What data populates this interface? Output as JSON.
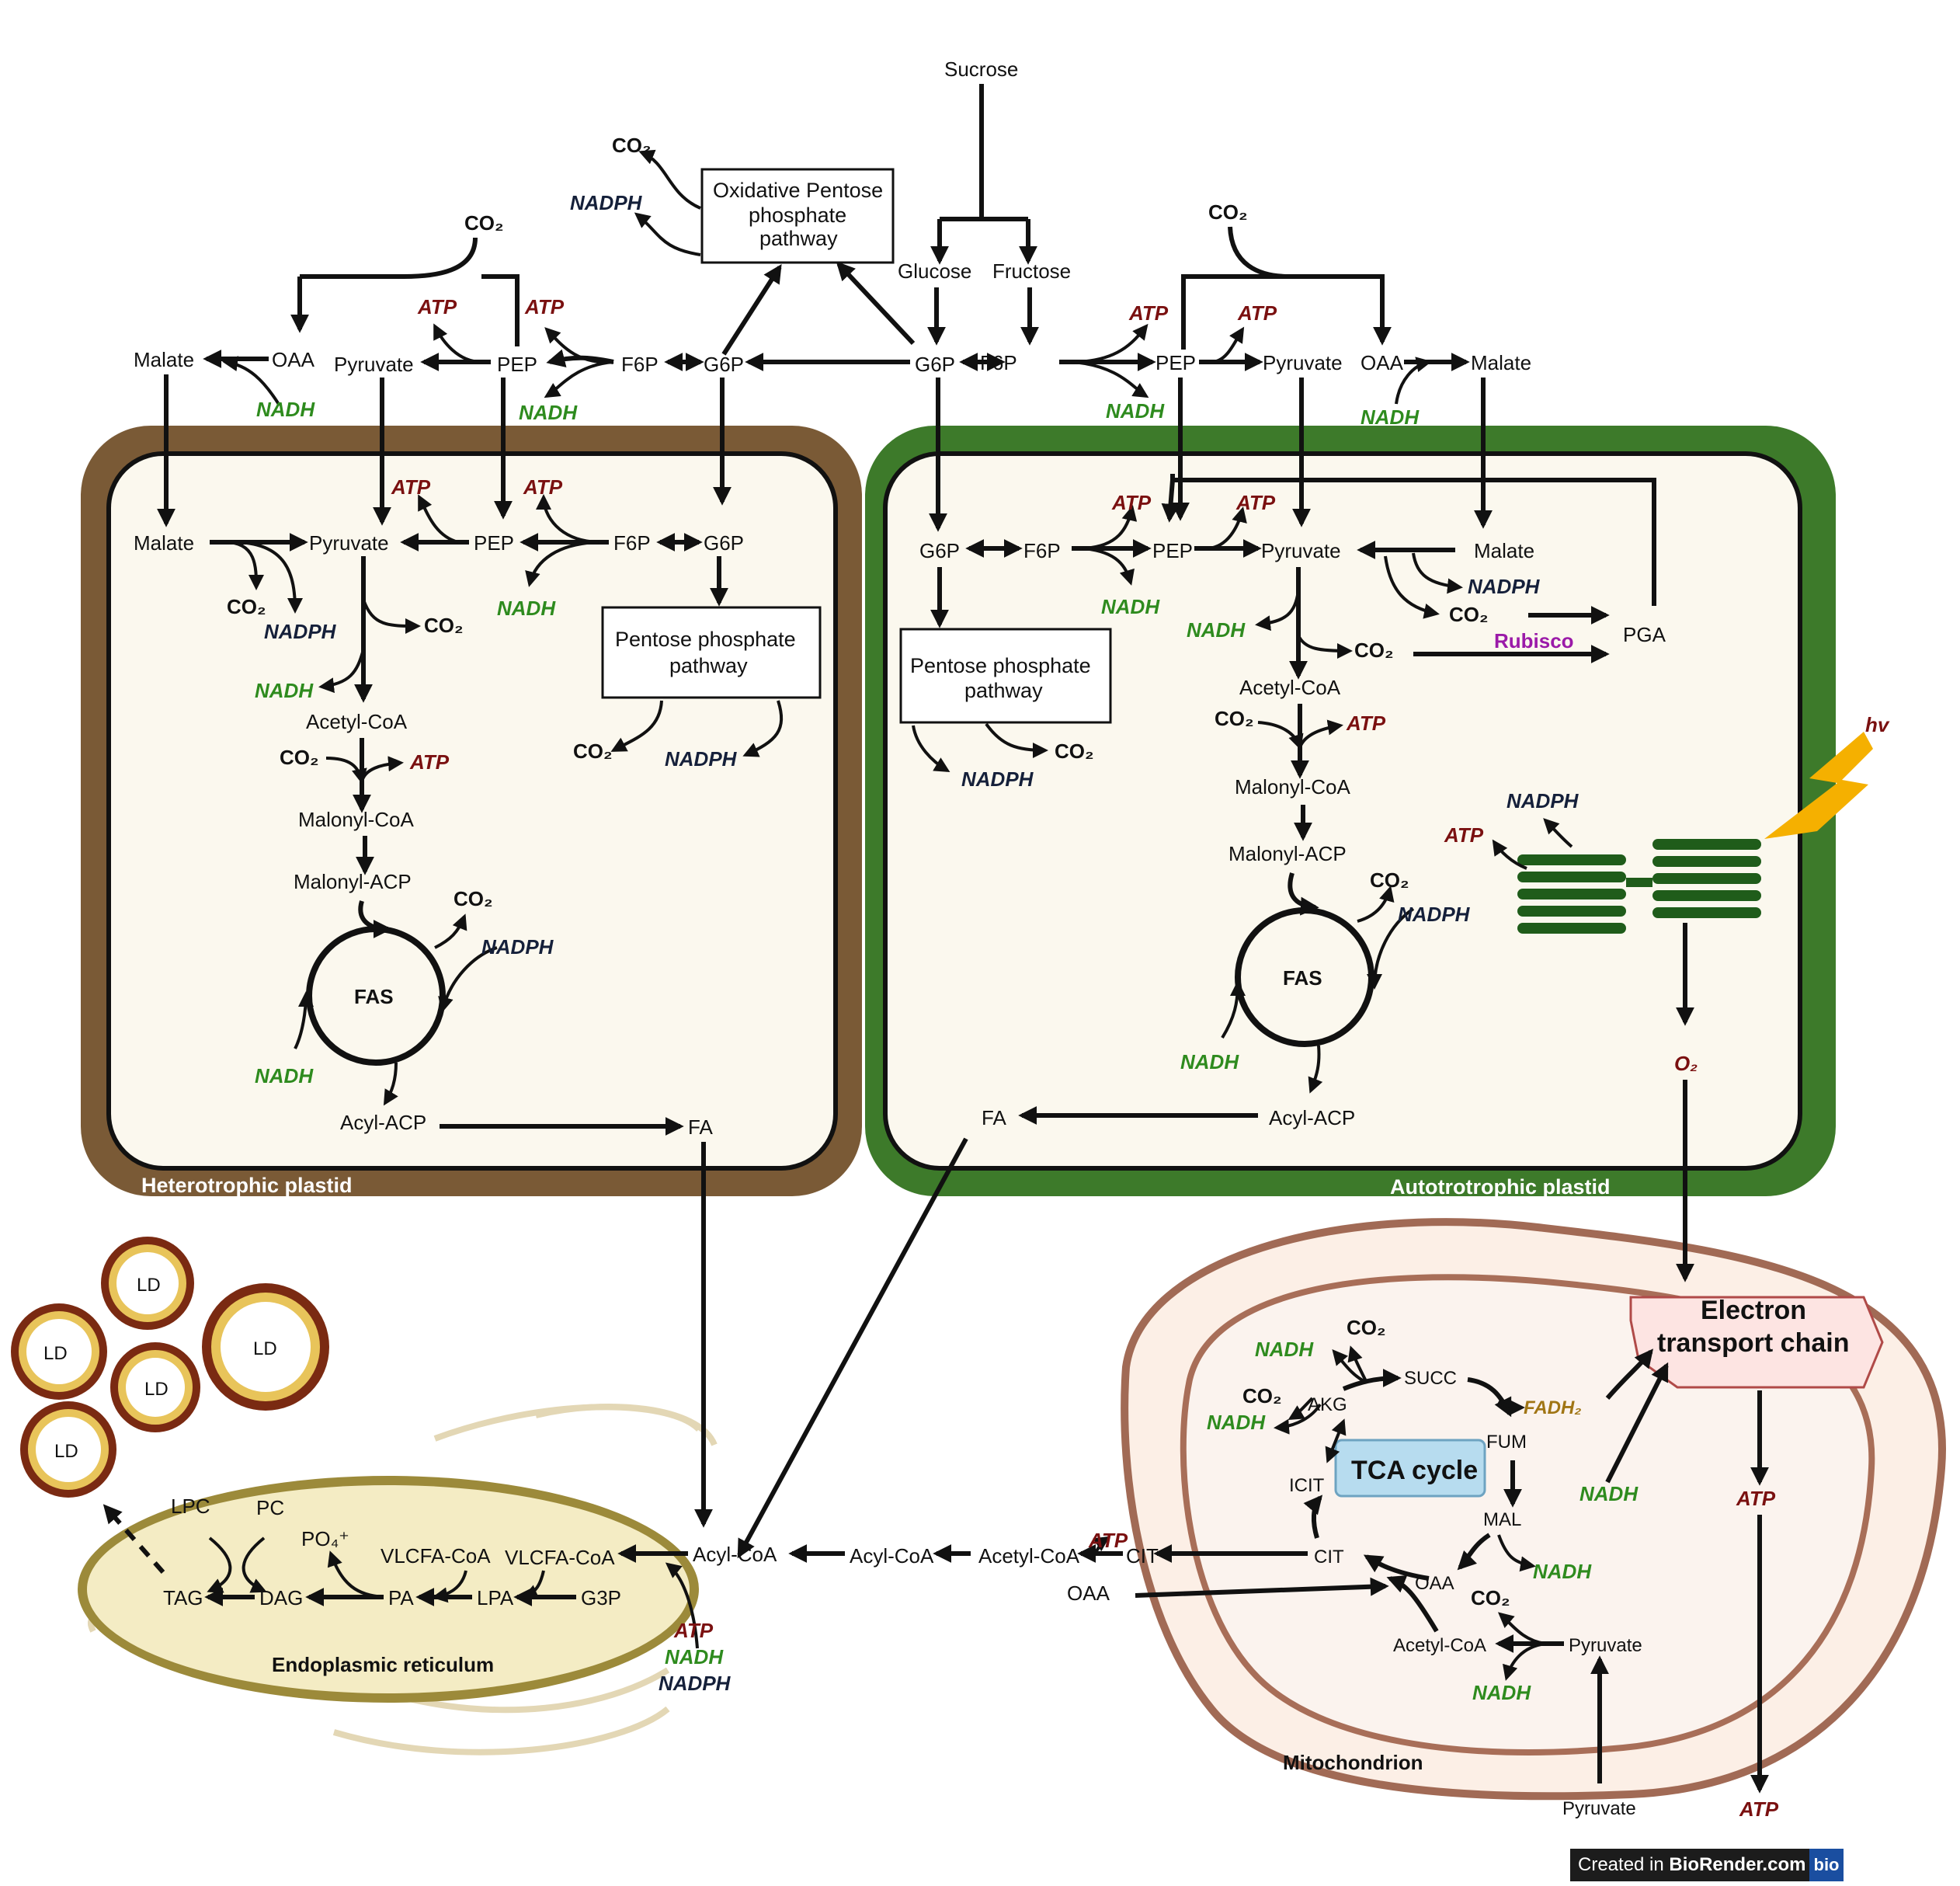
{
  "top": {
    "sucrose": "Sucrose",
    "glucose": "Glucose",
    "fructose": "Fructose",
    "oxppp": [
      "Oxidative Pentose",
      "phosphate",
      "pathway"
    ],
    "g6p": "G6P",
    "f6p": "F6P",
    "pep": "PEP",
    "pyruvate": "Pyruvate",
    "oaa": "OAA",
    "malate": "Malate",
    "co2": "CO₂",
    "atp": "ATP",
    "nadh": "NADH",
    "nadph": "NADPH"
  },
  "hetero": {
    "label": "Heterotrophic plastid",
    "malate": "Malate",
    "pyruvate": "Pyruvate",
    "pep": "PEP",
    "f6p": "F6P",
    "g6p": "G6P",
    "ppp": [
      "Pentose phosphate",
      "pathway"
    ],
    "acetyl_coa": "Acetyl-CoA",
    "malonyl_coa": "Malonyl-CoA",
    "malonyl_acp": "Malonyl-ACP",
    "fas": "FAS",
    "acyl_acp": "Acyl-ACP",
    "fa": "FA"
  },
  "auto": {
    "label": "Autotrotrophic plastid",
    "g6p": "G6P",
    "f6p": "F6P",
    "pep": "PEP",
    "pyruvate": "Pyruvate",
    "malate": "Malate",
    "pga": "PGA",
    "rubisco": "Rubisco",
    "ppp": [
      "Pentose phosphate",
      "pathway"
    ],
    "acetyl_coa": "Acetyl-CoA",
    "malonyl_coa": "Malonyl-CoA",
    "malonyl_acp": "Malonyl-ACP",
    "fas": "FAS",
    "acyl_acp": "Acyl-ACP",
    "fa": "FA",
    "hv": "hv",
    "o2": "O₂"
  },
  "er": {
    "label": "Endoplasmic reticulum",
    "acyl_coa": "Acyl-CoA",
    "vlcfa_coa": "VLCFA-CoA",
    "g3p": "G3P",
    "lpa": "LPA",
    "pa": "PA",
    "dag": "DAG",
    "tag": "TAG",
    "lpc": "LPC",
    "pc": "PC",
    "po4": "PO₄⁺",
    "ld": "LD"
  },
  "cyto": {
    "acyl_coa": "Acyl-CoA",
    "acetyl_coa": "Acetyl-CoA",
    "cit": "CIT",
    "oaa": "OAA"
  },
  "mito": {
    "label": "Mitochondrion",
    "etc": [
      "Electron",
      "transport chain"
    ],
    "tca": "TCA cycle",
    "succ": "SUCC",
    "akg": "AKG",
    "fum": "FUM",
    "icit": "ICIT",
    "mal": "MAL",
    "cit": "CIT",
    "oaa": "OAA",
    "acetyl_coa": "Acetyl-CoA",
    "pyruvate": "Pyruvate",
    "fadh2": "FADH₂"
  },
  "credit": {
    "prefix": "Created in ",
    "brand": "BioRender.com",
    "logo": "bio"
  },
  "colors": {
    "hetero_border": "#7a5a36",
    "auto_border": "#3d7a2a",
    "atp": "#7a1010",
    "nadh": "#2e8b1e",
    "nadph": "#15203a"
  }
}
